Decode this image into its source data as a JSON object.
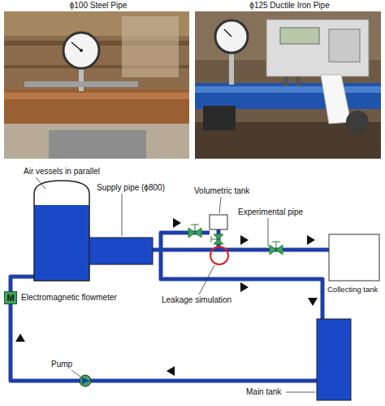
{
  "diagram": {
    "nodes": [
      {
        "text": [
          "ϕ100 Steel Pipe"
        ]
      },
      {
        "text": [
          "ϕ125 Ductile Iron Pipe"
        ]
      },
      {
        "text": [
          "M"
        ]
      }
    ],
    "labels": [
      "Air vessels in parallel",
      "Supply pipe (ϕ800)",
      "Volumetric tank",
      "Experimental pipe",
      "Electromagnetic flowmeter",
      "Leakage simulation",
      "Collecting tank",
      "Pump",
      "Main tank"
    ]
  }
}
